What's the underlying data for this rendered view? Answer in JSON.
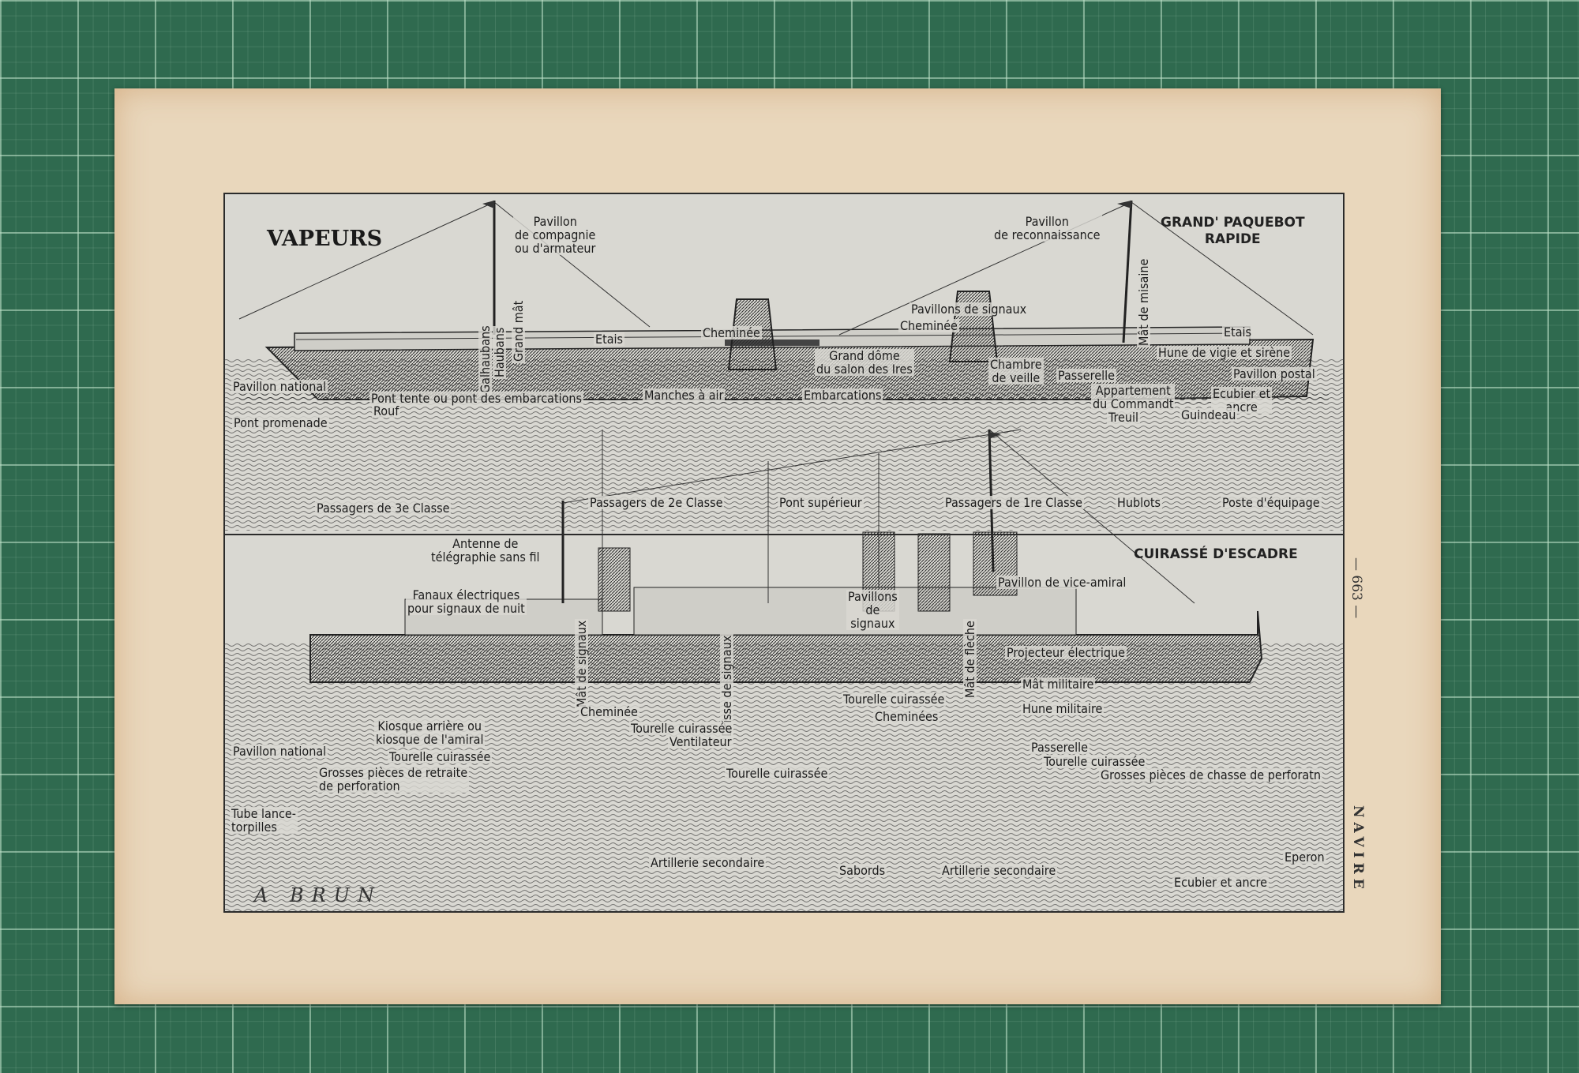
{
  "plate": {
    "top_title": "VAPEURS",
    "liner_title_line1": "GRAND' PAQUEBOT",
    "liner_title_line2": "RAPIDE",
    "battleship_title": "CUIRASSÉ D'ESCADRE",
    "page_number": "— 663 —",
    "section_label": "NAVIRE",
    "signature": "A BRUN"
  },
  "liner_labels": {
    "pavillon_compagnie_1": "Pavillon",
    "pavillon_compagnie_2": "de compagnie",
    "pavillon_compagnie_3": "ou d'armateur",
    "pavillon_reconnaissance_1": "Pavillon",
    "pavillon_reconnaissance_2": "de reconnaissance",
    "mat_misaine": "Mât de misaine",
    "galhaubans": "Galhaubans",
    "haubans": "Haubans",
    "grand_mat": "Grand mât",
    "etais_left": "Etais",
    "etais_right": "Etais",
    "cheminee_1": "Cheminée",
    "pavillons_signaux": "Pavillons de signaux",
    "cheminee_2": "Cheminée",
    "hune_vigie": "Hune de vigie et sirène",
    "pavillon_postal": "Pavillon postal",
    "grand_dome_1": "Grand dôme",
    "grand_dome_2": "du salon des Ires",
    "chambre_veille_1": "Chambre",
    "chambre_veille_2": "de veille",
    "passerelle": "Passerelle",
    "appartement_1": "Appartement",
    "appartement_2": "du Commandt",
    "treuil": "Treuil",
    "ecubier_1": "Ecubier et",
    "ecubier_2": "ancre",
    "guindeau": "Guindeau",
    "pavillon_national": "Pavillon national",
    "pont_tente": "Pont tente ou pont des embarcations",
    "rouf": "Rouf",
    "pont_promenade": "Pont promenade",
    "manches_air": "Manches à air",
    "embarcations": "Embarcations",
    "passagers_3": "Passagers de 3e Classe",
    "passagers_2": "Passagers de 2e Classe",
    "pont_superieur": "Pont supérieur",
    "passagers_1": "Passagers de 1re Classe",
    "hublots": "Hublots",
    "poste_equipage": "Poste d'équipage"
  },
  "battleship_labels": {
    "antenne_1": "Antenne de",
    "antenne_2": "télégraphie sans fil",
    "fanaux_1": "Fanaux électriques",
    "fanaux_2": "pour signaux de nuit",
    "mat_signaux": "Mât de signaux",
    "drisse_signaux": "Drisse de signaux",
    "pavillons_signaux_1": "Pavillons",
    "pavillons_signaux_2": "de",
    "pavillons_signaux_3": "signaux",
    "mat_fleche": "Mât de flèche",
    "pavillon_vice_amiral": "Pavillon de vice-amiral",
    "projecteur": "Projecteur électrique",
    "mat_militaire": "Mât militaire",
    "hune_militaire": "Hune militaire",
    "tourelle_cuirassee_top": "Tourelle cuirassée",
    "cheminees": "Cheminées",
    "cheminee": "Cheminée",
    "tourelle_cuirassee_mid": "Tourelle cuirassée",
    "ventilateur": "Ventilateur",
    "kiosque_1": "Kiosque arrière ou",
    "kiosque_2": "kiosque de l'amiral",
    "tourelle_cuirassee_left": "Tourelle cuirassée",
    "pavillon_national": "Pavillon national",
    "grosses_retraite_1": "Grosses pièces de retraite",
    "grosses_retraite_2": "de perforation",
    "tourelle_cuirassee_low": "Tourelle cuirassée",
    "passerelle": "Passerelle",
    "tourelle_cuirassee_right": "Tourelle cuirassée",
    "grosses_chasse": "Grosses pièces de chasse de perforatn",
    "tube_lance_1": "Tube lance-",
    "tube_lance_2": "torpilles",
    "artillerie_1": "Artillerie secondaire",
    "sabords": "Sabords",
    "artillerie_2": "Artillerie secondaire",
    "eperon": "Eperon",
    "ecubier": "Ecubier et ancre"
  },
  "colors": {
    "paper": "#e9d7bc",
    "plate": "#d9d8d2",
    "ink": "#1c1c1c",
    "mat": "#2f6a4f"
  }
}
